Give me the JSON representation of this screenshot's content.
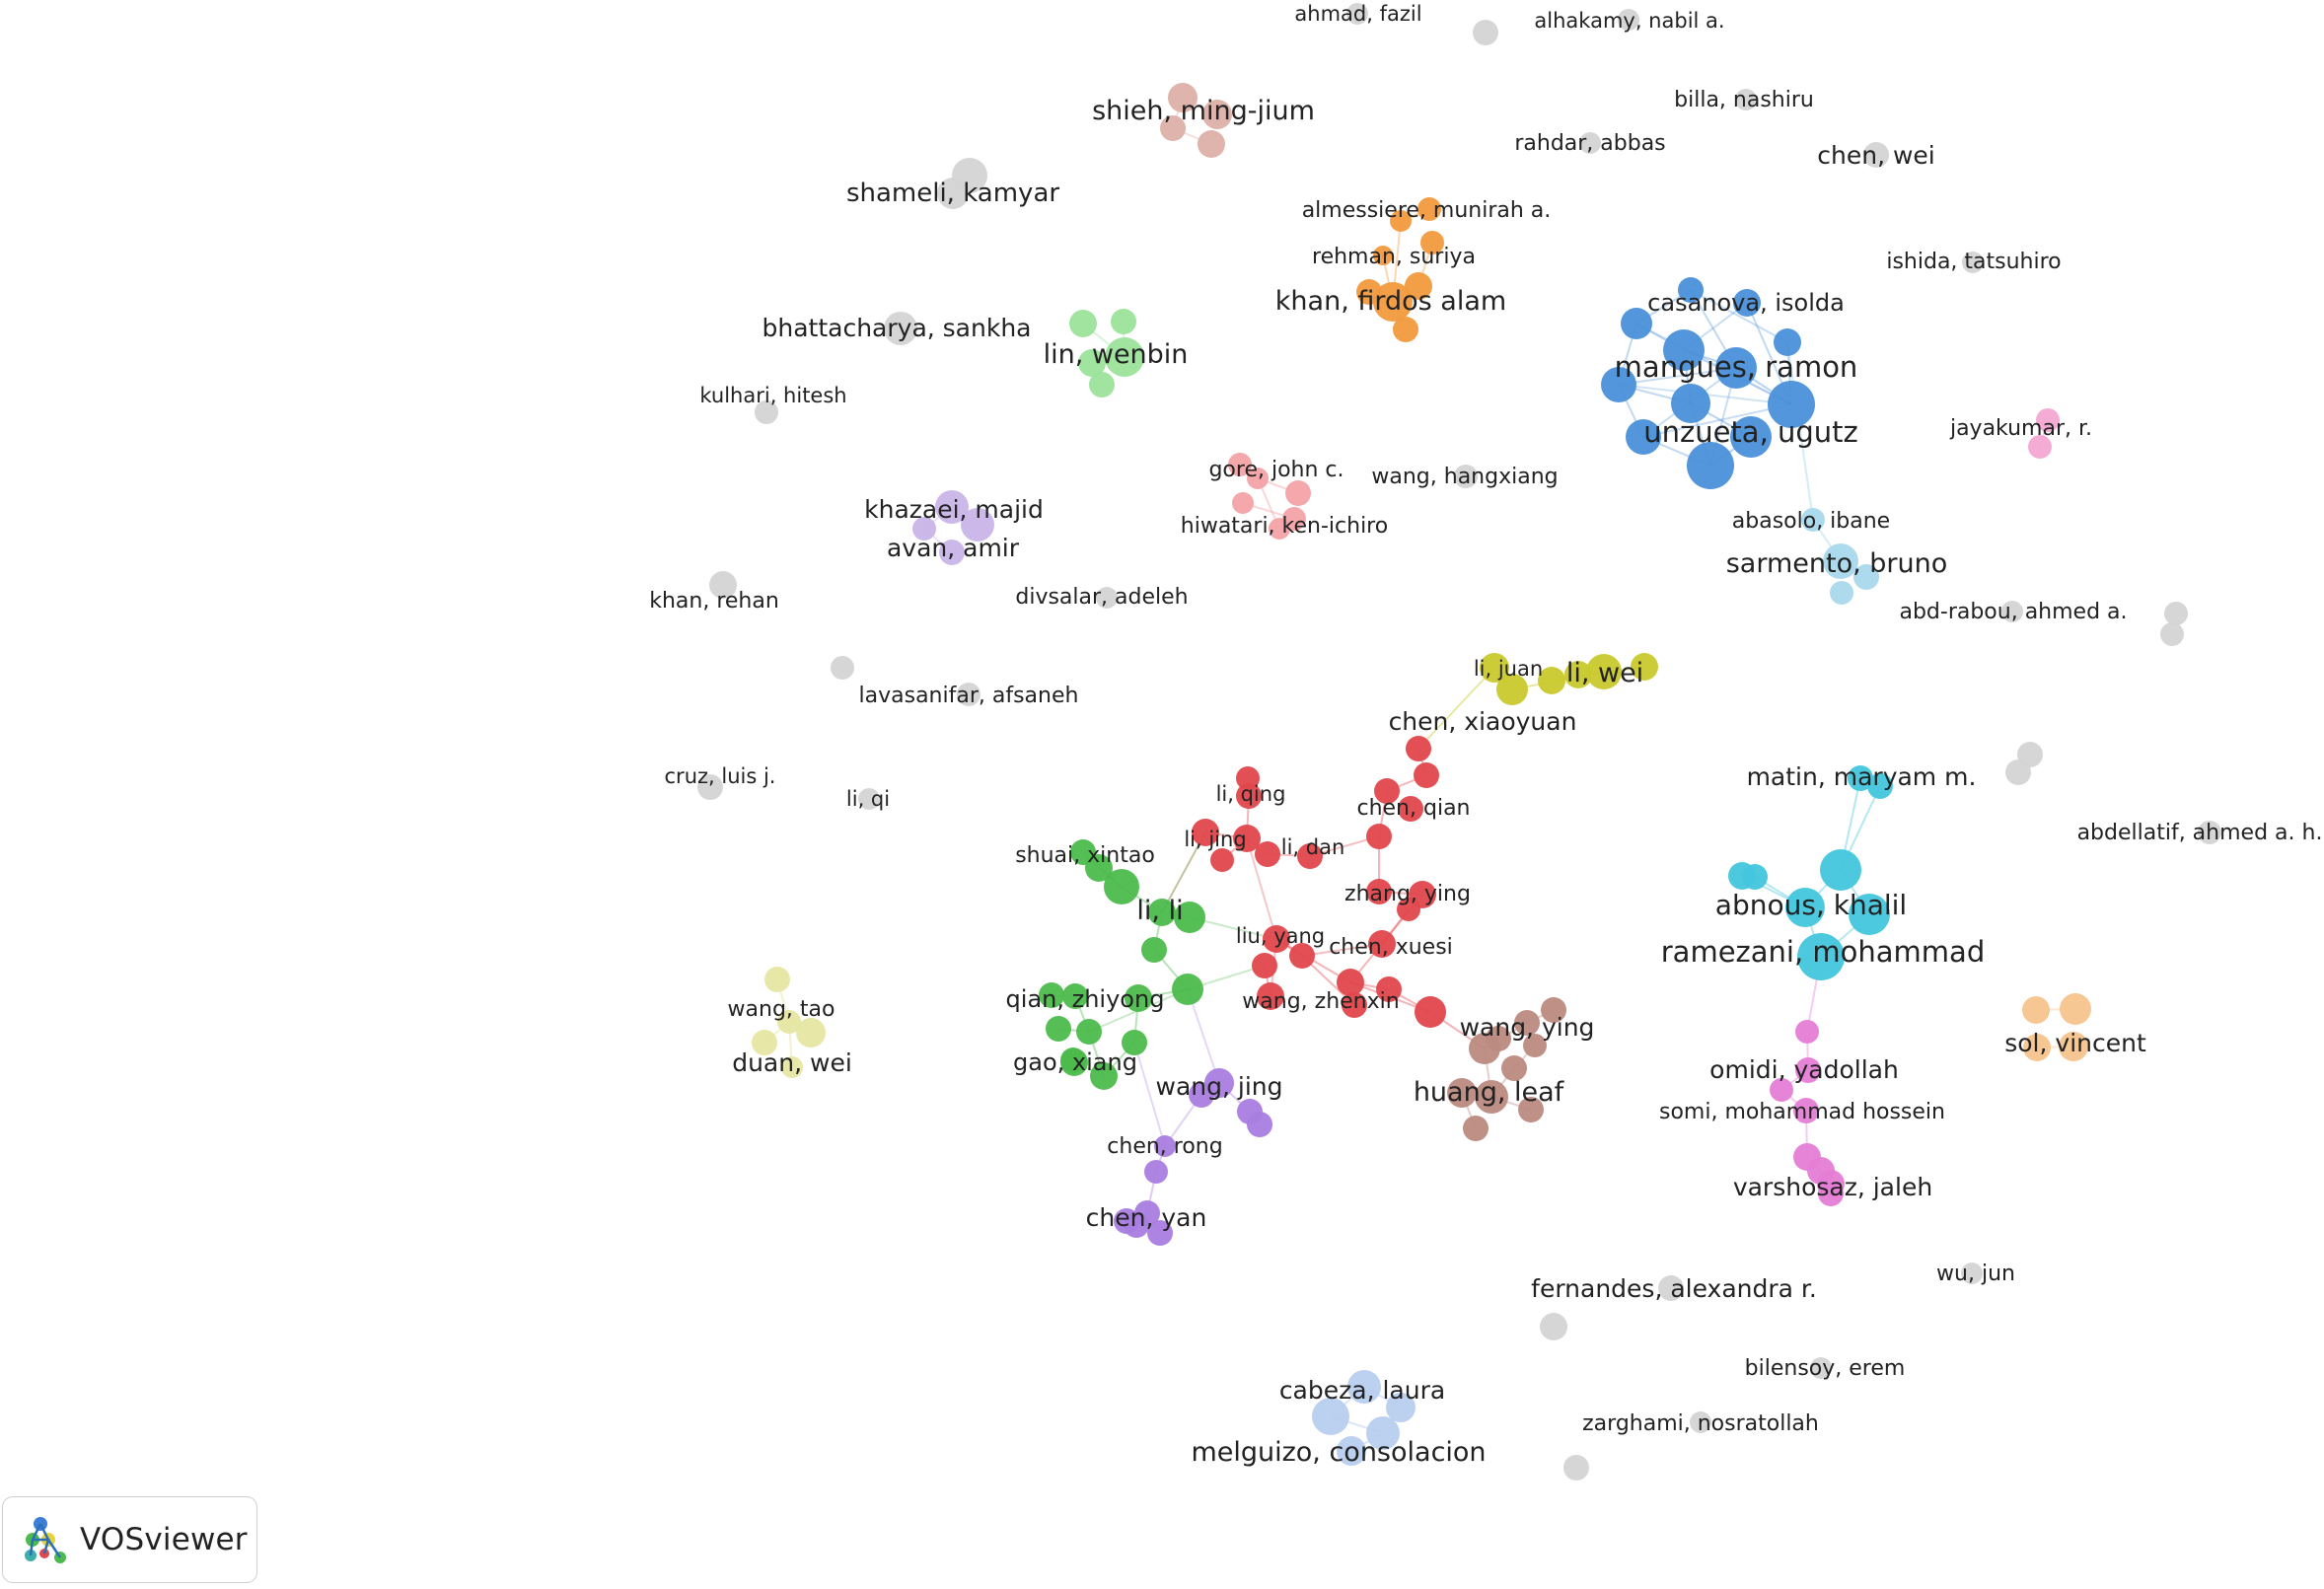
{
  "colors": {
    "gray": "#d4d4d4",
    "blue": "#4a90d9",
    "light-blue": "#a9d9ec",
    "cyan": "#43c6dd",
    "orange": "#f29a3e",
    "light-orange": "#f7c48d",
    "green": "#4cbb4c",
    "light-green": "#9be39b",
    "red": "#e0474c",
    "salmon": "#f4a3a8",
    "pink": "#f3a6d2",
    "magenta": "#e57ed6",
    "lavender": "#c9b5e8",
    "purple": "#a97de0",
    "olive": "#c9c92d",
    "light-yellow": "#e6e6a2",
    "brown": "#bb8a80",
    "rose-brown": "#dcb0a8",
    "periwinkle": "#b8cdef"
  },
  "labels": {
    "ahmad_fazil": "ahmad, fazil",
    "alhakamy_nabil": "alhakamy, nabil a.",
    "billa_nashiru": "billa, nashiru",
    "rahdar_abbas": "rahdar, abbas",
    "chen_wei": "chen, wei",
    "shieh_ming_jium": "shieh, ming-jium",
    "shameli_kamyar": "shameli, kamyar",
    "almessiere_munirah": "almessiere, munirah a.",
    "rehman_suriya": "rehman, suriya",
    "khan_firdos_alam": "khan, firdos alam",
    "ishida_tatsuhiro": "ishida, tatsuhiro",
    "casanova_isolda": "casanova, isolda",
    "bhattacharya_sankha": "bhattacharya, sankha",
    "lin_wenbin": "lin, wenbin",
    "mangues_ramon": "mangues, ramon",
    "kulhari_hitesh": "kulhari, hitesh",
    "unzueta_ugutz": "unzueta, ugutz",
    "jayakumar_r": "jayakumar, r.",
    "gore_john": "gore, john c.",
    "wang_hangxiang": "wang, hangxiang",
    "khazaei_majid": "khazaei, majid",
    "hiwatari_ken_ichiro": "hiwatari, ken-ichiro",
    "abasolo_ibane": "abasolo, ibane",
    "avan_amir": "avan, amir",
    "sarmento_bruno": "sarmento, bruno",
    "khan_rehan": "khan, rehan",
    "divsalar_adeleh": "divsalar, adeleh",
    "abd_rabou_ahmed": "abd-rabou, ahmed a.",
    "li_juan": "li, juan",
    "li_wei": "li, wei",
    "lavasanifar_afsaneh": "lavasanifar, afsaneh",
    "chen_xiaoyuan": "chen, xiaoyuan",
    "cruz_luis": "cruz, luis j.",
    "matin_maryam": "matin, maryam m.",
    "li_qing": "li, qing",
    "li_qi": "li, qi",
    "chen_qian": "chen, qian",
    "abdellatif_ahmed": "abdellatif, ahmed a. h.",
    "li_jing": "li, jing",
    "li_dan": "li, dan",
    "shuai_xintao": "shuai, xintao",
    "zhang_ying": "zhang, ying",
    "abnous_khalil": "abnous, khalil",
    "li_li": "li, li",
    "liu_yang": "liu, yang",
    "chen_xuesi": "chen, xuesi",
    "ramezani_mohammad": "ramezani, mohammad",
    "qian_zhiyong": "qian, zhiyong",
    "wang_zhenxin": "wang, zhenxin",
    "wang_tao": "wang, tao",
    "wang_ying": "wang, ying",
    "sol_vincent": "sol, vincent",
    "duan_wei": "duan, wei",
    "gao_xiang": "gao, xiang",
    "omidi_yadollah": "omidi, yadollah",
    "wang_jing": "wang, jing",
    "huang_leaf": "huang, leaf",
    "somi_mohammad_hossein": "somi, mohammad hossein",
    "chen_rong": "chen, rong",
    "varshosaz_jaleh": "varshosaz, jaleh",
    "chen_yan": "chen, yan",
    "wu_jun": "wu, jun",
    "fernandes_alexandra": "fernandes, alexandra r.",
    "bilensoy_erem": "bilensoy, erem",
    "cabeza_laura": "cabeza, laura",
    "zarghami_nosratollah": "zarghami, nosratollah",
    "melguizo_consolacion": "melguizo, consolacion"
  },
  "logo": {
    "text": "VOSviewer"
  }
}
